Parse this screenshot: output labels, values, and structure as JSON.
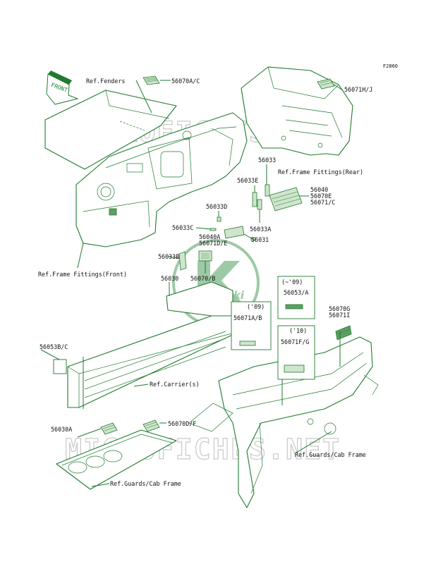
{
  "diagram_code": "F2860",
  "front_arrow_text": "FRONT",
  "watermark_text": "MICROFICHES.NET",
  "logo_text": "Kawasaki",
  "references": {
    "fenders": "Ref.Fenders",
    "frame_rear": "Ref.Frame Fittings(Rear)",
    "frame_front": "Ref.Frame Fittings(Front)",
    "carrier": "Ref.Carrier(s)",
    "guards_right": "Ref.Guards/Cab Frame",
    "guards_bottom": "Ref.Guards/Cab Frame"
  },
  "parts": {
    "p56070_ac": "56070A/C",
    "p56071_hj": "56071H/J",
    "p56033": "56033",
    "p56033e": "56033E",
    "p56040": "56040",
    "p56070e": "56070E",
    "p56071c": "56071/C",
    "p56033d": "56033D",
    "p56033c": "56033C",
    "p56040a": "56040A",
    "p56071de": "56071D/E",
    "p56033a": "56033A",
    "p56031": "56031",
    "p56033b": "56033B",
    "p56070b": "56070/B",
    "p56030": "56030",
    "p56053a": "56053/A",
    "p56071ab": "56071A/B",
    "p56070g": "56070G",
    "p56071i": "56071I",
    "p56071fg": "56071F/G",
    "p56053bc": "56053B/C",
    "p56030a": "56030A",
    "p56070df": "56070D/F"
  },
  "year_notes": {
    "upto09": "(~'09)",
    "y09": "('09)",
    "y10": "('10)"
  }
}
